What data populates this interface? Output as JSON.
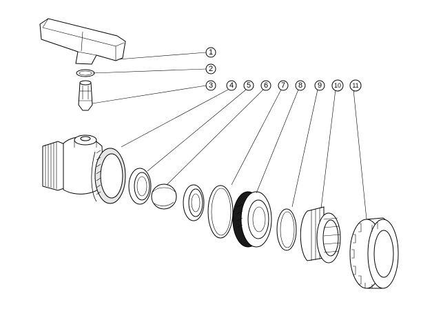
{
  "callouts": [
    {
      "id": "callout-1",
      "label": "1"
    },
    {
      "id": "callout-2",
      "label": "2"
    },
    {
      "id": "callout-3",
      "label": "3"
    },
    {
      "id": "callout-4",
      "label": "4"
    },
    {
      "id": "callout-5",
      "label": "5"
    },
    {
      "id": "callout-6",
      "label": "6"
    },
    {
      "id": "callout-7",
      "label": "7"
    },
    {
      "id": "callout-8",
      "label": "8"
    },
    {
      "id": "callout-9",
      "label": "9"
    },
    {
      "id": "callout-10",
      "label": "10"
    },
    {
      "id": "callout-11",
      "label": "11"
    }
  ],
  "colors": {
    "line": "#000000",
    "background": "#ffffff",
    "shade": "#e6e6e6",
    "dark": "#1a1a1a"
  }
}
